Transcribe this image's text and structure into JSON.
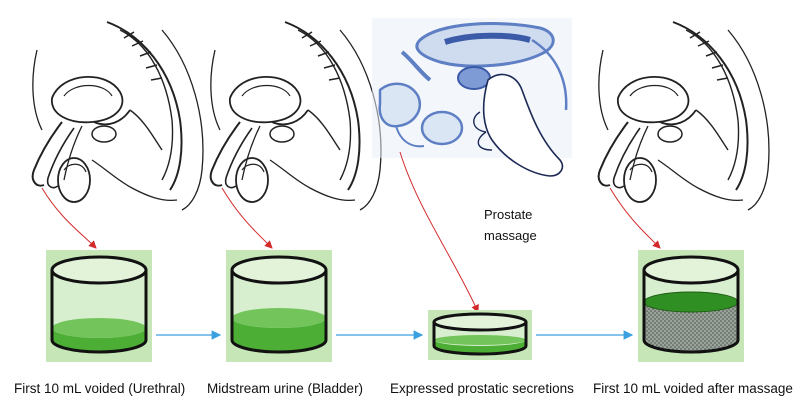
{
  "massage_label_line1": "Prostate",
  "massage_label_line2": "massage",
  "steps": [
    {
      "caption": "First 10 mL voided (Urethral)"
    },
    {
      "caption": "Midstream urine (Bladder)"
    },
    {
      "caption": "Expressed prostatic secretions"
    },
    {
      "caption": "First 10 mL voided after massage"
    }
  ],
  "colors": {
    "fluid": "#55b33c",
    "container_bg": "#c6e6b8",
    "flow_arrow": "#3aa0e0",
    "source_arrow": "#d22a2a",
    "anatomy_highlight": "#5f7fc4"
  }
}
